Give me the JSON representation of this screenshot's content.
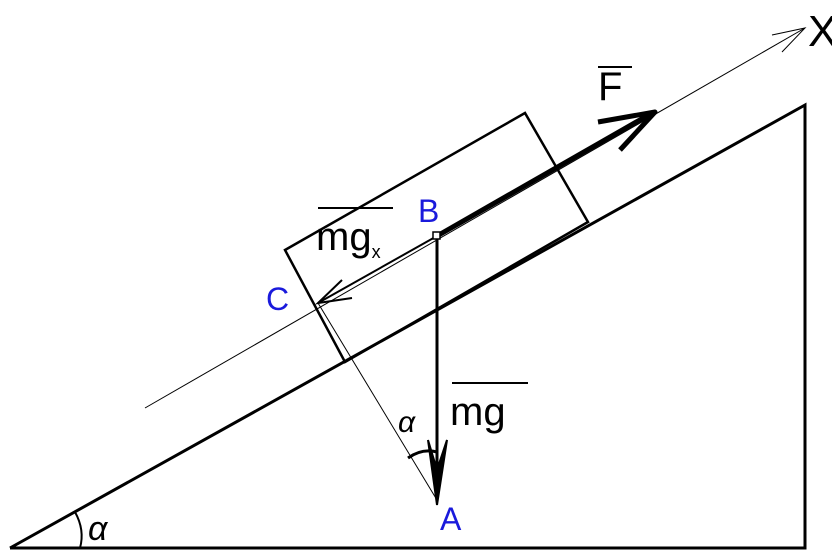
{
  "axis_label": "X",
  "points": {
    "A": "A",
    "B": "B",
    "C": "C"
  },
  "forces": {
    "F": "F",
    "mg": "mg",
    "mgx_main": "mg",
    "mgx_sub": "x"
  },
  "angles": {
    "incline": "α",
    "at_A": "α"
  },
  "colors": {
    "line": "#000000",
    "point_label": "#1a1adc"
  }
}
